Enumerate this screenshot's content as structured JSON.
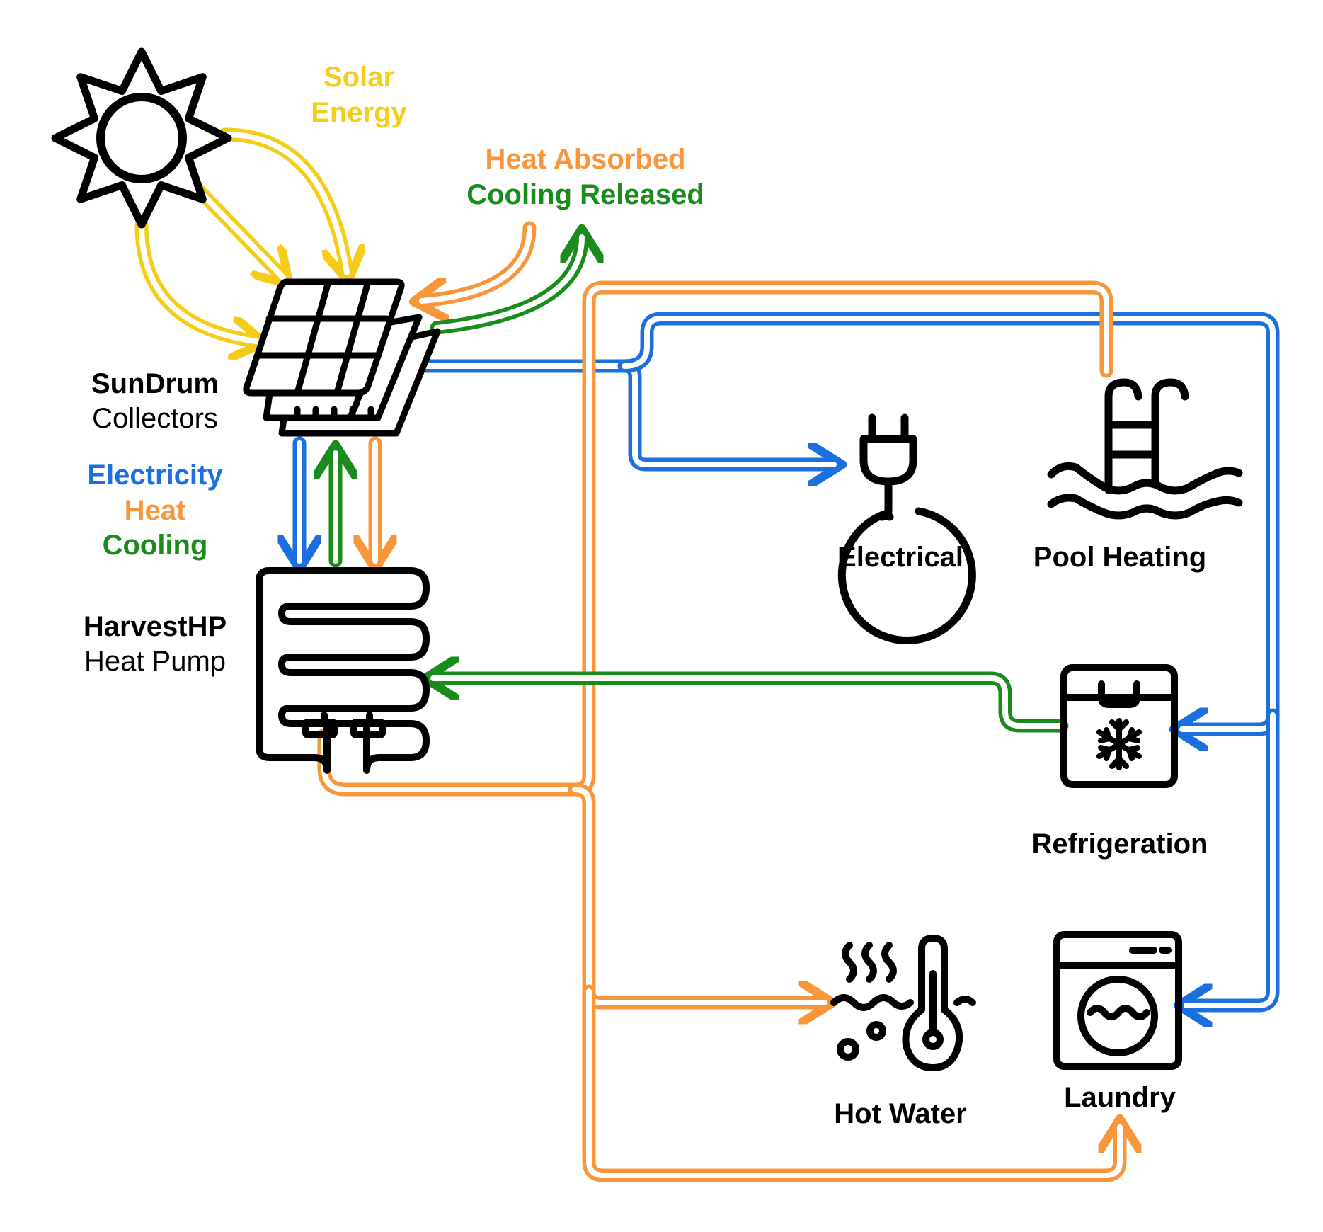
{
  "colors": {
    "solar": "#f5cc1a",
    "heat": "#f7963b",
    "cooling": "#198c1c",
    "electricity": "#1c6fde",
    "ink": "#000000"
  },
  "labels": {
    "solar_energy": [
      "Solar",
      "Energy"
    ],
    "heat_absorbed": "Heat Absorbed",
    "cooling_released": "Cooling Released",
    "sundrum_name": "SunDrum",
    "sundrum_desc": "Collectors",
    "legend_electricity": "Electricity",
    "legend_heat": "Heat",
    "legend_cooling": "Cooling",
    "harvest_name": "HarvestHP",
    "harvest_desc": "Heat Pump",
    "electrical": "Electrical",
    "pool_heating": "Pool Heating",
    "refrigeration": "Refrigeration",
    "hot_water": "Hot Water",
    "laundry": "Laundry"
  },
  "icons": {
    "sun": "sun-icon",
    "collectors": "solar-panel-stack-icon",
    "heat_pump": "heat-pump-coil-icon",
    "electrical": "electric-plug-icon",
    "pool": "pool-ladder-icon",
    "refrigeration": "freezer-icon",
    "hot_water": "hot-water-thermometer-icon",
    "laundry": "washing-machine-icon"
  }
}
